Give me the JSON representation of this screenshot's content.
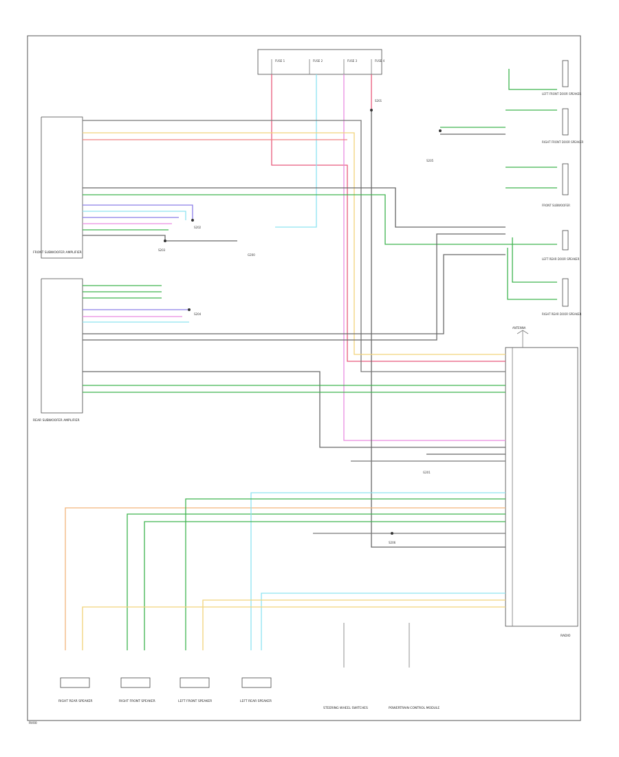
{
  "diagram": {
    "footer_code": "RV00",
    "components": {
      "fuse_labels": [
        "FUSE 1",
        "FUSE 2",
        "FUSE 3",
        "FUSE 4"
      ],
      "front_amp_label": "FRONT SUBWOOFER AMPLIFIER",
      "rear_amp_label": "REAR SUBWOOFER AMPLIFIER",
      "radio_label": "RADIO",
      "antenna_label": "ANTENNA",
      "speakers": [
        "RIGHT REAR SPEAKER",
        "RIGHT FRONT SPEAKER",
        "LEFT FRONT SPEAKER",
        "LEFT REAR SPEAKER"
      ],
      "right_speaker_labels": [
        "LEFT FRONT DOOR SPEAKER",
        "RIGHT FRONT DOOR SPEAKER",
        "FRONT SUBWOOFER",
        "LEFT REAR DOOR SPEAKER",
        "RIGHT REAR DOOR SPEAKER"
      ],
      "bottom_modules": [
        "STEERING WHEEL SWITCHES",
        "POWERTRAIN CONTROL MODULE"
      ],
      "splice_labels": [
        "S201",
        "S202",
        "S203",
        "S204",
        "S205",
        "S206"
      ],
      "ground_labels": [
        "G200",
        "G201"
      ]
    }
  }
}
